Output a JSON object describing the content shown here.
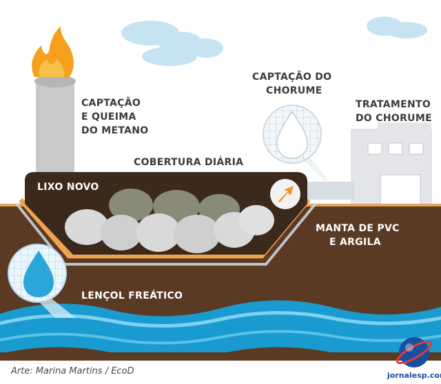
{
  "labels": {
    "methane": [
      "CAPTAÇÃO",
      "E QUEIMA",
      "DO METANO"
    ],
    "leachate_capture": [
      "CAPTAÇÃO DO",
      "CHORUME"
    ],
    "leachate_treatment": [
      "TRATAMENTO",
      "DO CHORUME"
    ],
    "daily_cover": "COBERTURA DIÁRIA",
    "new_waste": "LIXO NOVO",
    "liner": [
      "MANTA DE PVC",
      "E ARGILA"
    ],
    "water_table": "LENÇOL FREÁTICO"
  },
  "credit": "Arte: Marina Martins / EcoD",
  "watermark": "jornalesp.com",
  "icons": [
    "flame-icon",
    "droplet-icon",
    "arrow-icon",
    "globe-logo-icon"
  ],
  "colors": {
    "sky": "#ffffff",
    "soil": "#5a3a22",
    "soil_line": "#e8a55a",
    "cover": "#3b2a1c",
    "water": "#1a9bd0",
    "flame": "#f5a11d",
    "bags": "#d9d9d9",
    "chimney": "#c9c9c9",
    "building": "#e3e5e8"
  }
}
